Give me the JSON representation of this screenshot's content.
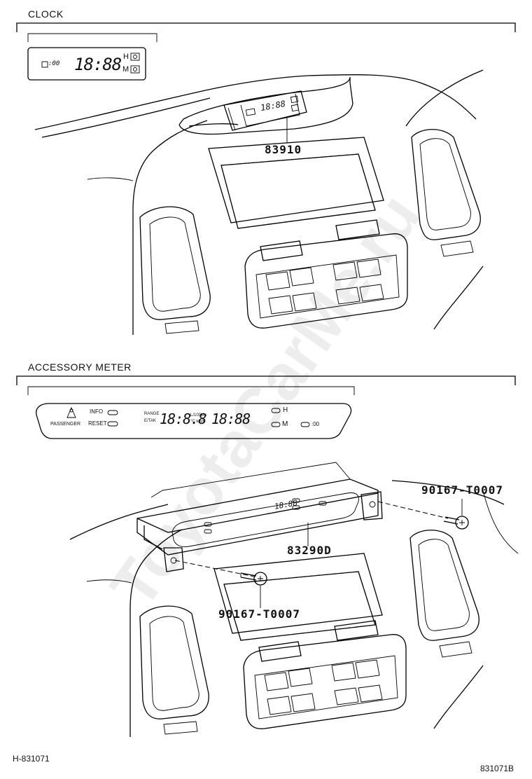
{
  "sections": {
    "clock": {
      "title": "CLOCK",
      "lcd_time": "18:88",
      "lcd_small": ":00",
      "h_label": "H",
      "m_label": "M",
      "part_number": "83910"
    },
    "accessory_meter": {
      "title": "ACCESSORY METER",
      "info_label": "INFO",
      "reset_label": "RESET",
      "passenger_label": "PASSENGER",
      "range_label": "RANGE",
      "etank_label": "E/TAK",
      "lcd_main": "18:8.8",
      "unit_top": "L/100km",
      "unit_bottom": "°C km/h",
      "lcd_time": "18:88",
      "h_label": "H",
      "m_label": "M",
      "small_time": ":00",
      "part_number": "83290D",
      "screw_right": "90167-T0007",
      "screw_left": "90167-T0007"
    }
  },
  "footer": {
    "left_code": "H-831071",
    "right_code": "831071B"
  },
  "watermark": "ToyotaCarMe.ru"
}
